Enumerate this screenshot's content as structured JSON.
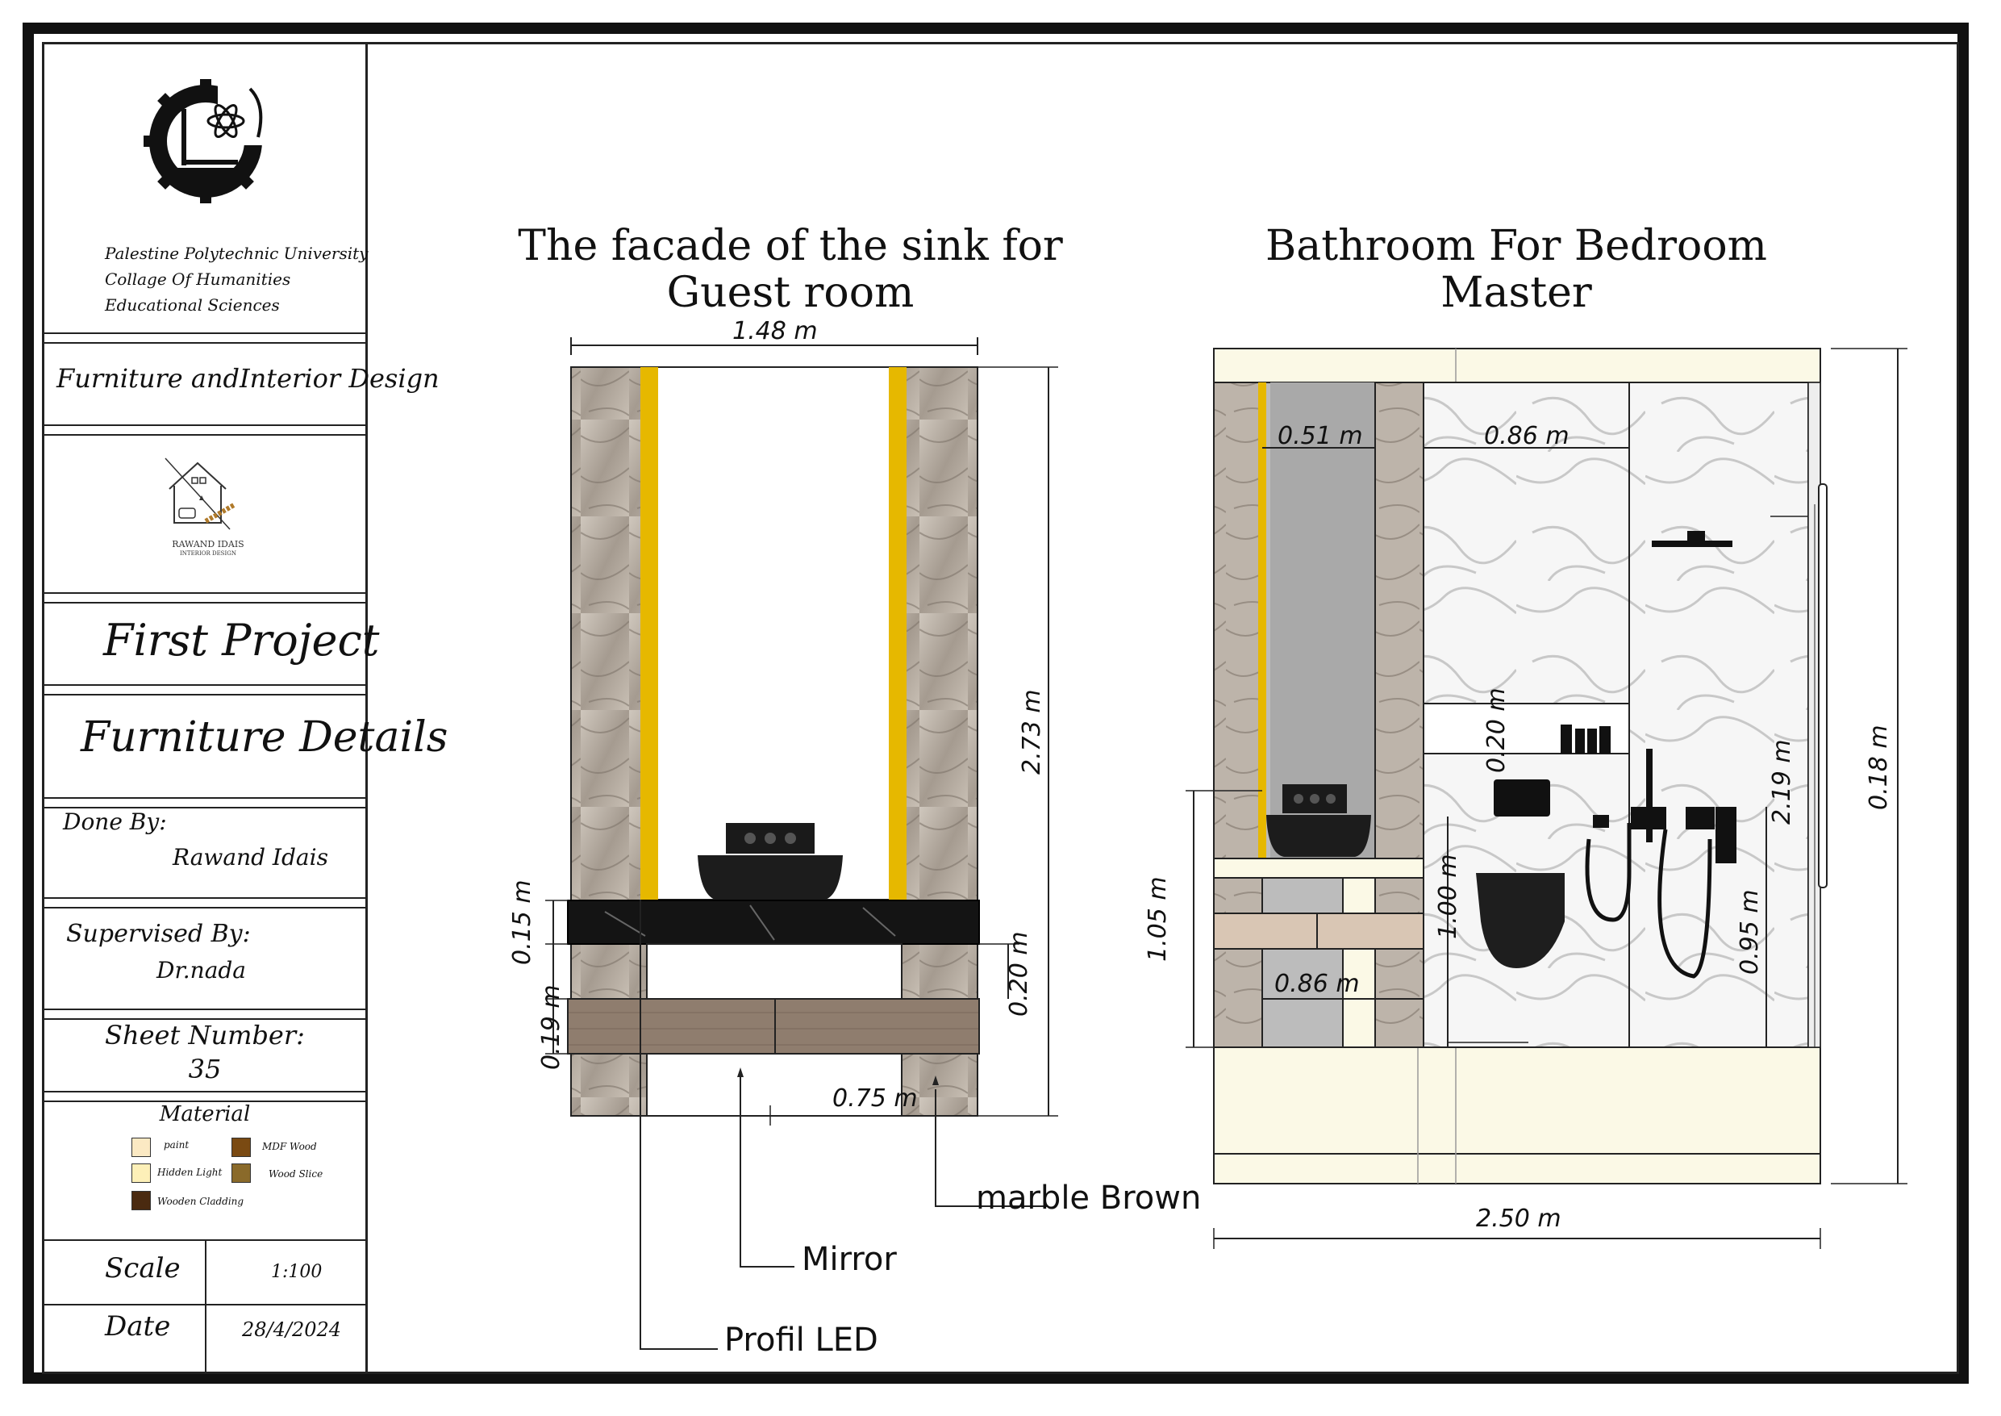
{
  "sidebar": {
    "university": [
      "Palestine Polytechnic University",
      "Collage Of Humanities",
      "Educational Sciences"
    ],
    "department": "Furniture andInterior Design",
    "brand_name": "RAWAND IDAIS",
    "brand_sub": "INTERIOR DESIGN",
    "project": "First Project",
    "subject": "Furniture Details",
    "done_by_label": "Done By:",
    "done_by_name": "Rawand Idais",
    "supervised_label": "Supervised By:",
    "supervised_name": "Dr.nada",
    "sheet_label": "Sheet Number:",
    "sheet_number": "35",
    "material_title": "Material",
    "materials": [
      {
        "name": "paint",
        "color": "#fbe9c3"
      },
      {
        "name": "MDF Wood",
        "color": "#7a4a12"
      },
      {
        "name": "Hidden Light",
        "color": "#fdf0b8"
      },
      {
        "name": "Wood Slice",
        "color": "#8a6a2a"
      },
      {
        "name": "Wooden Cladding",
        "color": "#4a2a10"
      }
    ],
    "scale_label": "Scale",
    "scale_value": "1:100",
    "date_label": "Date",
    "date_value": "28/4/2024"
  },
  "left_drawing": {
    "title_line1": "The facade of the sink for",
    "title_line2": "Guest room",
    "dim_width": "1.48 m",
    "dim_height": "2.73 m",
    "dim_counter": "0.15 m",
    "dim_drawer": "0.19 m",
    "dim_gap": "0.20 m",
    "dim_bottom": "0.75 m",
    "callout_marble": "marble Brown",
    "callout_mirror": "Mirror",
    "callout_led": "Profil LED"
  },
  "right_drawing": {
    "title_line1": "Bathroom For Bedroom",
    "title_line2": "Master",
    "dim_mirror": "0.51 m",
    "dim_wall": "0.86 m",
    "dim_vanity": "0.86 m",
    "dim_vanity_h": "1.05 m",
    "dim_wc_h": "1.00 m",
    "dim_niche": "0.20 m",
    "dim_shower": "2.19 m",
    "dim_mixer": "0.95 m",
    "dim_total_h": "0.18 m",
    "dim_total_w": "2.50 m"
  },
  "colors": {
    "led": "#e6b800",
    "marble_dark": "#111111",
    "stone": "#b5aca3",
    "wood": "#8c7a6b",
    "cream": "#fbf9e6"
  }
}
